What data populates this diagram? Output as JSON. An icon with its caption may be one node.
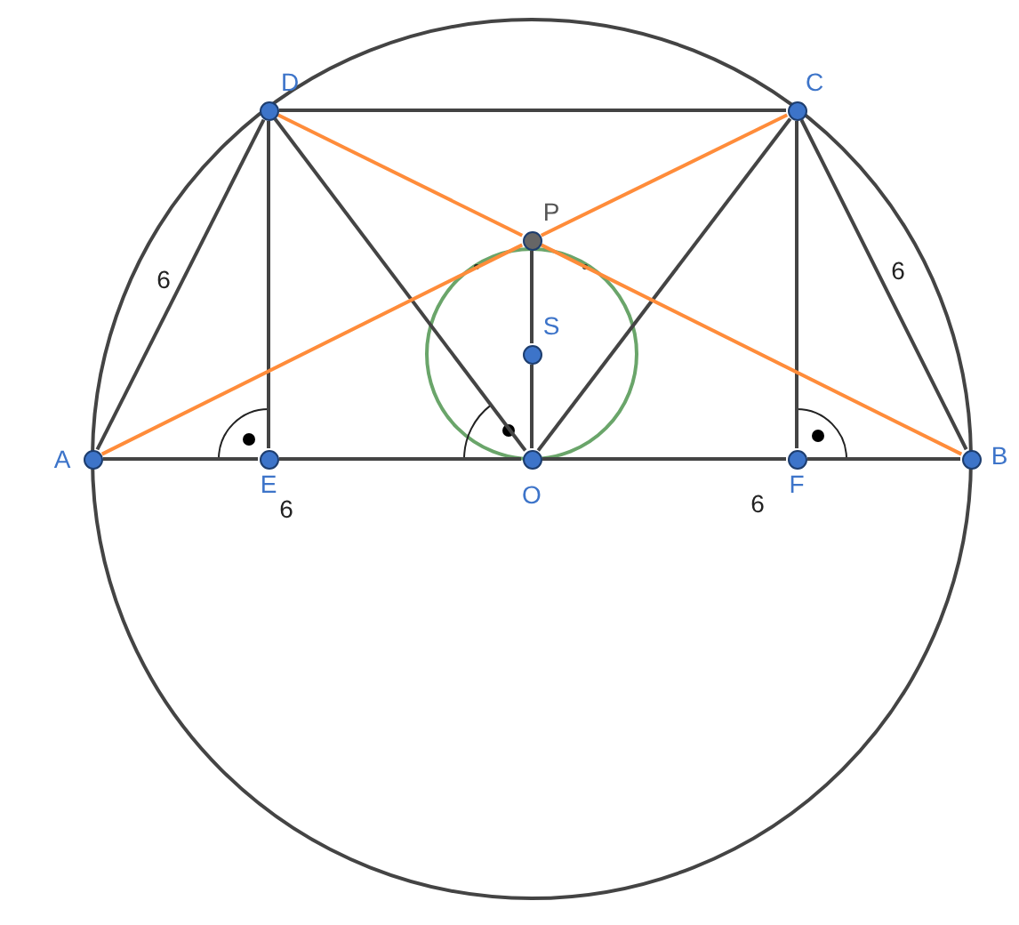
{
  "diagram": {
    "nodes": [
      {
        "text": [
          "D"
        ]
      },
      {
        "text": [
          "C"
        ]
      },
      {
        "text": [
          "P"
        ]
      },
      {
        "text": [
          "S"
        ]
      },
      {
        "text": [
          "A"
        ]
      },
      {
        "text": [
          "E"
        ]
      },
      {
        "text": [
          "O"
        ]
      },
      {
        "text": [
          "F"
        ]
      },
      {
        "text": [
          "B"
        ]
      }
    ],
    "edges": [
      {
        "from": 0,
        "to": 1,
        "arrow": "none"
      },
      {
        "from": 0,
        "to": 4,
        "arrow": "none"
      },
      {
        "from": 0,
        "to": 5,
        "arrow": "none"
      },
      {
        "from": 0,
        "to": 6,
        "arrow": "none"
      },
      {
        "from": 1,
        "to": 6,
        "arrow": "none"
      },
      {
        "from": 1,
        "to": 7,
        "arrow": "none"
      },
      {
        "from": 1,
        "to": 8,
        "arrow": "none"
      },
      {
        "from": 4,
        "to": 5,
        "arrow": "none"
      },
      {
        "from": 5,
        "to": 6,
        "arrow": "none"
      },
      {
        "from": 6,
        "to": 7,
        "arrow": "none"
      },
      {
        "from": 7,
        "to": 8,
        "arrow": "none"
      },
      {
        "from": 6,
        "to": 3,
        "arrow": "none"
      },
      {
        "from": 3,
        "to": 2,
        "arrow": "none"
      },
      {
        "from": 0,
        "to": 2,
        "arrow": "none",
        "color": "#ff8c3a"
      },
      {
        "from": 2,
        "to": 8,
        "arrow": "none",
        "color": "#ff8c3a"
      },
      {
        "from": 4,
        "to": 2,
        "arrow": "none",
        "color": "#ff8c3a"
      },
      {
        "from": 2,
        "to": 1,
        "arrow": "none",
        "color": "#ff8c3a"
      }
    ],
    "labels": [
      "6",
      "6",
      "6",
      "6"
    ]
  }
}
